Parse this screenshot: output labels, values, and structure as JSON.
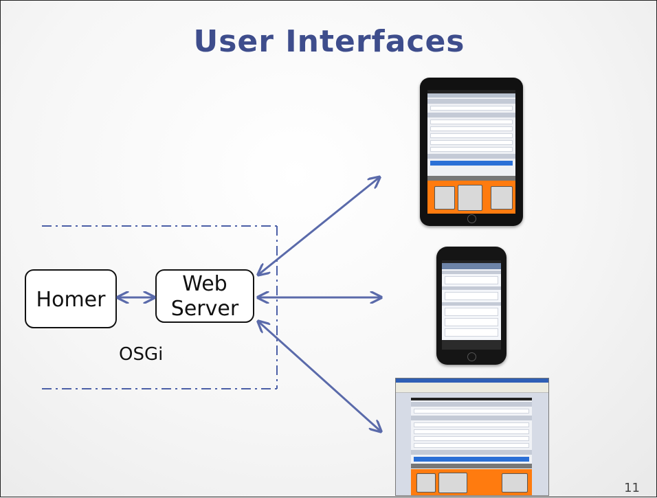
{
  "slide": {
    "title": "User Interfaces",
    "page_number": "11"
  },
  "diagram": {
    "nodes": {
      "homer": "Homer",
      "web_server_line1": "Web",
      "web_server_line2": "Server"
    },
    "container_label": "OSGi",
    "edges": [
      {
        "from": "homer",
        "to": "web-server",
        "style": "bidirectional"
      },
      {
        "from": "web-server",
        "to": "ipad-interface",
        "style": "bidirectional"
      },
      {
        "from": "web-server",
        "to": "iphone-interface",
        "style": "bidirectional"
      },
      {
        "from": "web-server",
        "to": "browser-interface",
        "style": "bidirectional"
      }
    ],
    "colors": {
      "title": "#3e4d8c",
      "arrows": "#5a6aaa",
      "container_border": "#4a5ea6",
      "accent_orange": "#ff7b0f"
    }
  }
}
